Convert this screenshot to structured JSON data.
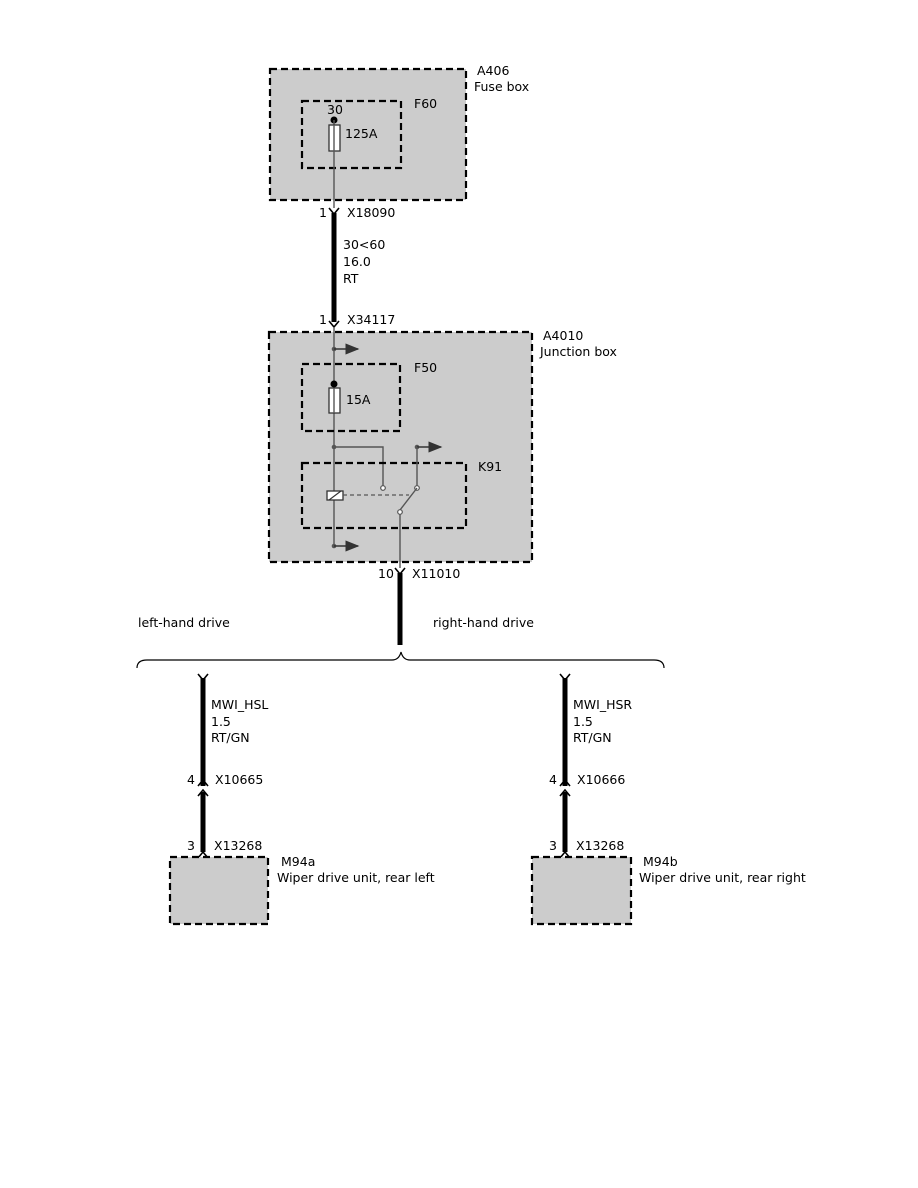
{
  "fuse_box": {
    "id": "A406",
    "name": "Fuse box"
  },
  "fuse_f60": {
    "id": "F60",
    "terminal": "30",
    "rating": "125A"
  },
  "connector_x18090": {
    "pin": "1",
    "id": "X18090"
  },
  "wire_main": {
    "signal": "30<60",
    "gauge": "16.0",
    "color": "RT"
  },
  "connector_x34117": {
    "pin": "1",
    "id": "X34117"
  },
  "junction_box": {
    "id": "A4010",
    "name": "Junction box"
  },
  "fuse_f50": {
    "id": "F50",
    "rating": "15A"
  },
  "relay_k91": {
    "id": "K91"
  },
  "connector_x11010": {
    "pin": "10",
    "id": "X11010"
  },
  "branch": {
    "left_label": "left-hand drive",
    "right_label": "right-hand drive"
  },
  "left_branch": {
    "wire": {
      "signal": "MWI_HSL",
      "gauge": "1.5",
      "color": "RT/GN"
    },
    "conn_upper": {
      "pin": "4",
      "id": "X10665"
    },
    "conn_lower": {
      "pin": "3",
      "id": "X13268"
    },
    "device": {
      "id": "M94a",
      "name": "Wiper drive unit, rear left"
    }
  },
  "right_branch": {
    "wire": {
      "signal": "MWI_HSR",
      "gauge": "1.5",
      "color": "RT/GN"
    },
    "conn_upper": {
      "pin": "4",
      "id": "X10666"
    },
    "conn_lower": {
      "pin": "3",
      "id": "X13268"
    },
    "device": {
      "id": "M94b",
      "name": "Wiper drive unit, rear right"
    }
  }
}
